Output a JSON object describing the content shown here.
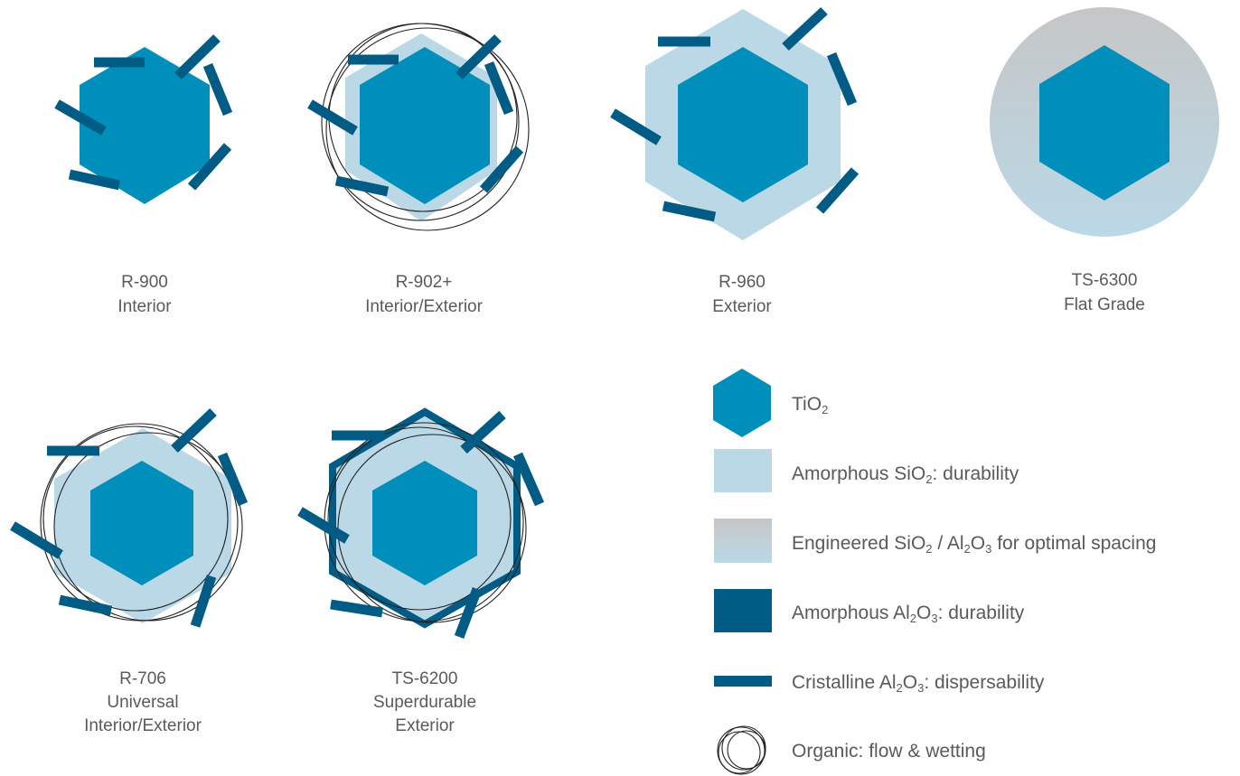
{
  "colors": {
    "tio2": "#008fbb",
    "sio2": "#bad8e6",
    "al2o3": "#005b85",
    "gradient_top": "#c6c6c6",
    "gradient_bottom": "#bad8e6",
    "organic_line": "#222222",
    "caption_text": "#5a5a5a"
  },
  "grades": [
    {
      "code": "R-900",
      "lines": [
        "Interior"
      ]
    },
    {
      "code": "R-902+",
      "lines": [
        "Interior/Exterior"
      ]
    },
    {
      "code": "R-960",
      "lines": [
        "Exterior"
      ]
    },
    {
      "code": "TS-6300",
      "lines": [
        "Flat Grade"
      ]
    },
    {
      "code": "R-706",
      "lines": [
        "Universal",
        "Interior/Exterior"
      ]
    },
    {
      "code": "TS-6200",
      "lines": [
        "Superdurable",
        "Exterior"
      ]
    }
  ],
  "legend": [
    {
      "icon": "tio2-hexagon-icon",
      "parts": [
        [
          "Ti",
          ""
        ],
        [
          "O",
          ""
        ],
        [
          "2",
          "sub"
        ]
      ]
    },
    {
      "icon": "sio2-square-icon",
      "parts": [
        [
          "Amorphous Si",
          ""
        ],
        [
          "O",
          ""
        ],
        [
          "2",
          "sub"
        ],
        [
          ": durability",
          ""
        ]
      ]
    },
    {
      "icon": "gradient-square-icon",
      "parts": [
        [
          "Engineered Si",
          ""
        ],
        [
          "O",
          ""
        ],
        [
          "2",
          "sub"
        ],
        [
          " / Al",
          ""
        ],
        [
          "2",
          "sub"
        ],
        [
          "O",
          ""
        ],
        [
          "3",
          "sub"
        ],
        [
          " for optimal spacing",
          ""
        ]
      ]
    },
    {
      "icon": "al2o3-square-icon",
      "parts": [
        [
          "Amorphous Al",
          ""
        ],
        [
          "2",
          "sub"
        ],
        [
          "O",
          ""
        ],
        [
          "3",
          "sub"
        ],
        [
          ": durability",
          ""
        ]
      ]
    },
    {
      "icon": "rod-icon",
      "parts": [
        [
          "Cristalline Al",
          ""
        ],
        [
          "2",
          "sub"
        ],
        [
          "O",
          ""
        ],
        [
          "3",
          "sub"
        ],
        [
          ": dispersability",
          ""
        ]
      ]
    },
    {
      "icon": "organic-circles-icon",
      "parts": [
        [
          "Organic: flow & wetting",
          ""
        ]
      ]
    }
  ]
}
